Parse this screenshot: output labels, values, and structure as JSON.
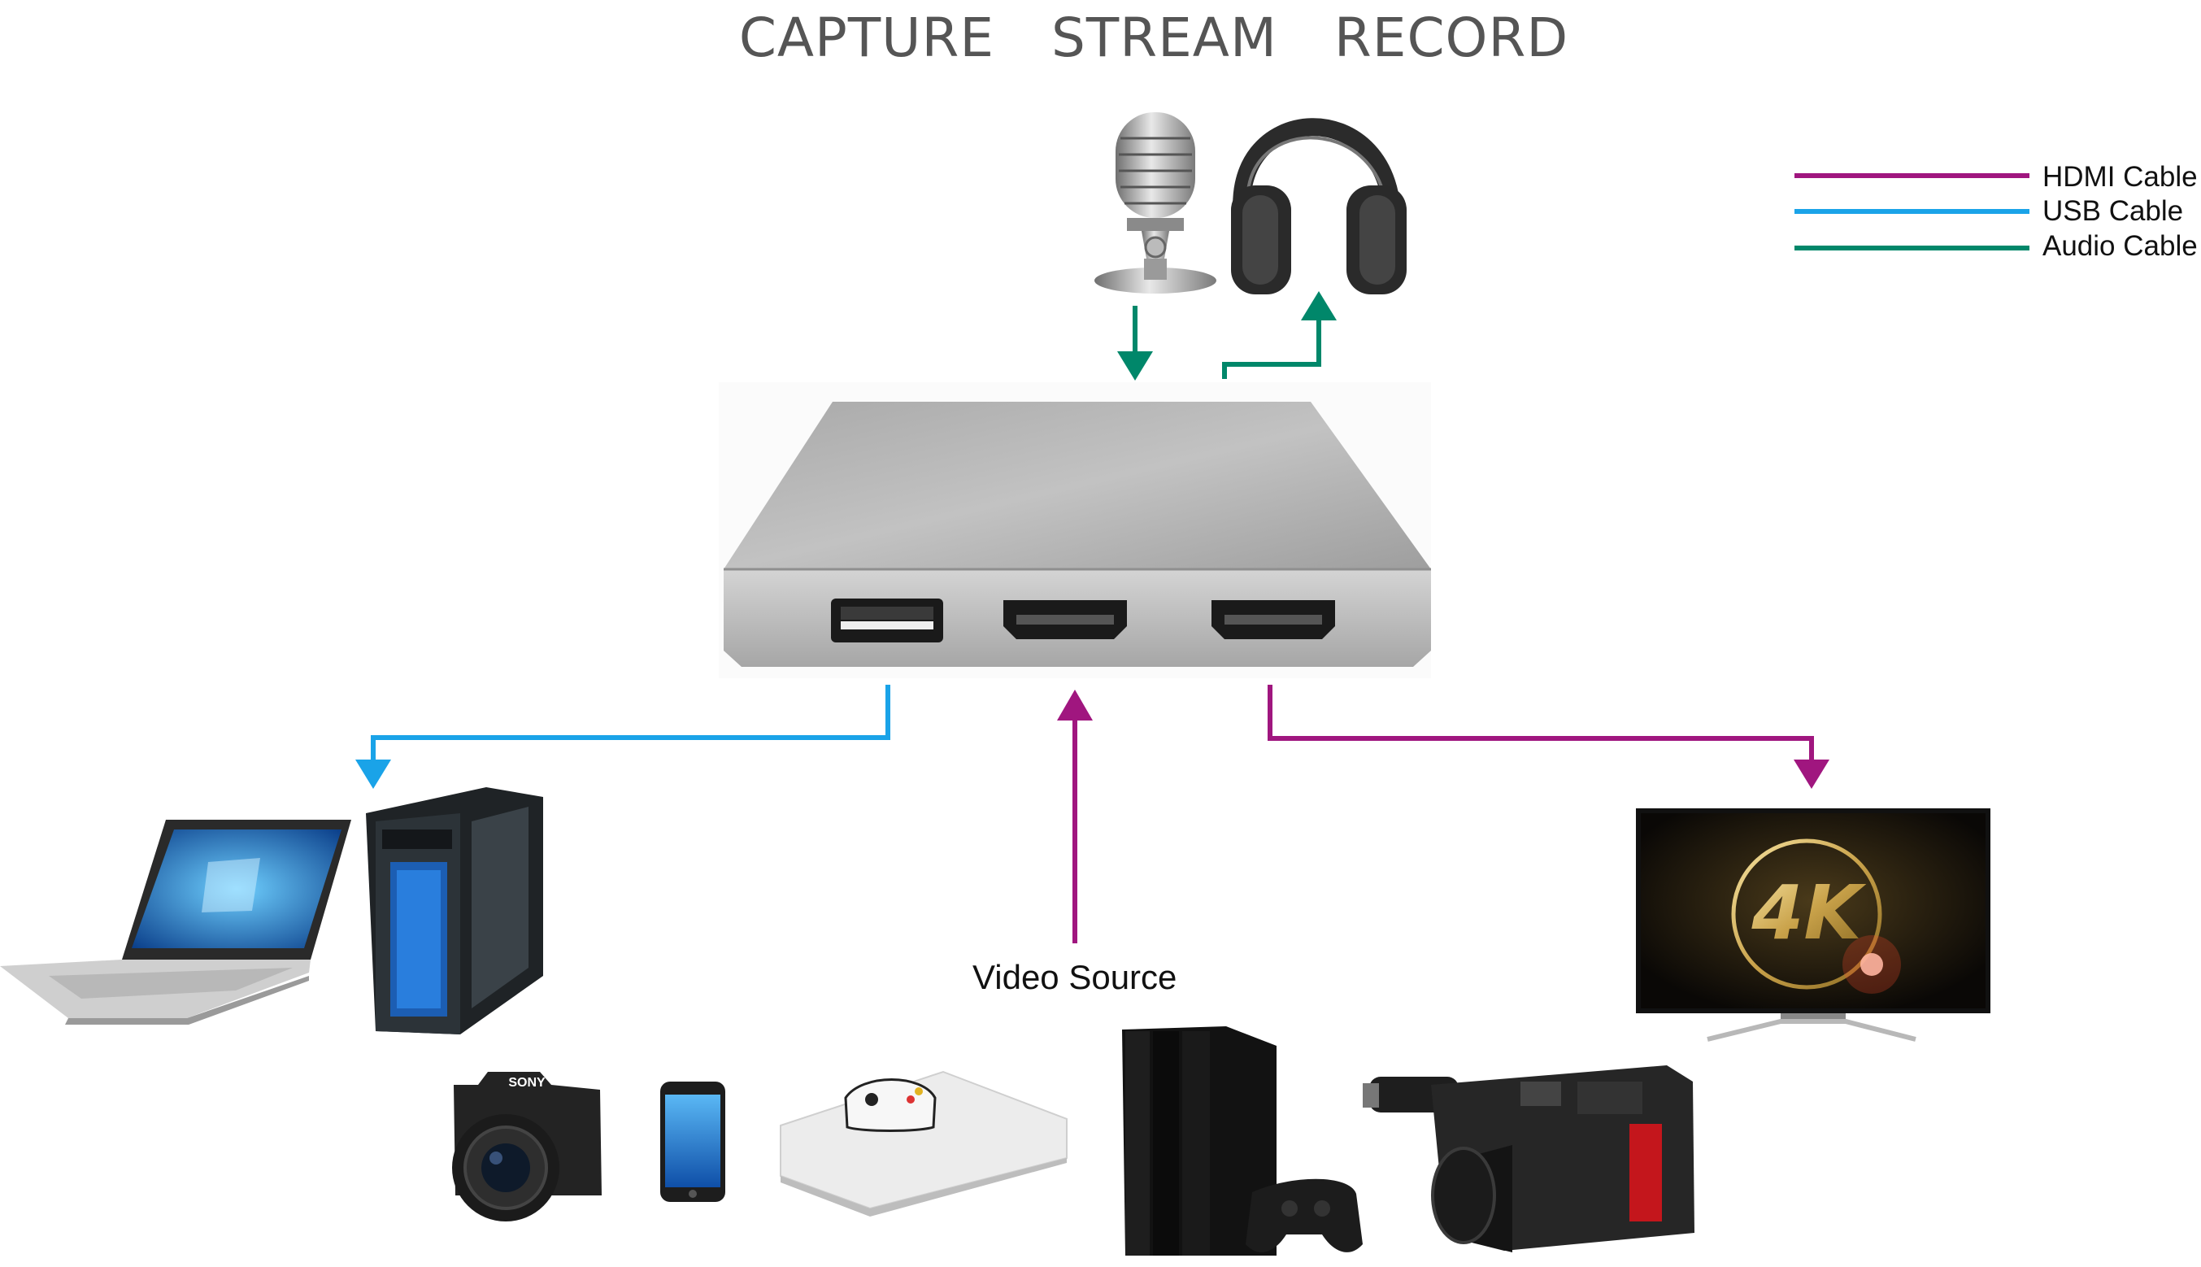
{
  "title": {
    "words": [
      "CAPTURE",
      "STREAM",
      "RECORD"
    ]
  },
  "legend": [
    {
      "label": "HDMI Cable",
      "color": "#a0167f"
    },
    {
      "label": "USB Cable",
      "color": "#1aa3e8"
    },
    {
      "label": "Audio Cable",
      "color": "#00876a"
    }
  ],
  "labels": {
    "video_source": "Video Source",
    "device_text_4k": "4K",
    "camera_brand": "SONY"
  },
  "colors": {
    "hdmi": "#a0167f",
    "usb": "#1aa3e8",
    "audio": "#00876a",
    "device_body": "#b5b5b5",
    "title_text": "#555555"
  },
  "icons": [
    "microphone-icon",
    "headphones-icon",
    "capture-box",
    "laptop-icon",
    "desktop-pc-icon",
    "tv-4k-icon",
    "mirrorless-camera-icon",
    "smartphone-icon",
    "game-console-white-icon",
    "game-console-black-icon",
    "camcorder-icon"
  ]
}
